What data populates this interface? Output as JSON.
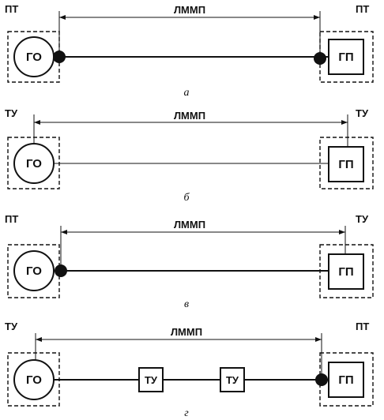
{
  "diagrams": [
    {
      "caption": "а",
      "left_tag": "ПТ",
      "right_tag": "ПТ",
      "span_label": "ЛММП",
      "source": "ГО",
      "receiver": "ГП"
    },
    {
      "caption": "б",
      "left_tag": "ТУ",
      "right_tag": "ТУ",
      "span_label": "ЛММП",
      "source": "ГО",
      "receiver": "ГП"
    },
    {
      "caption": "в",
      "left_tag": "ПТ",
      "right_tag": "ТУ",
      "span_label": "ЛММП",
      "source": "ГО",
      "receiver": "ГП"
    },
    {
      "caption": "г",
      "left_tag": "ТУ",
      "right_tag": "ПТ",
      "span_label": "ЛММП",
      "source": "ГО",
      "receiver": "ГП",
      "mid_boxes": [
        "ТУ",
        "ТУ"
      ]
    }
  ]
}
